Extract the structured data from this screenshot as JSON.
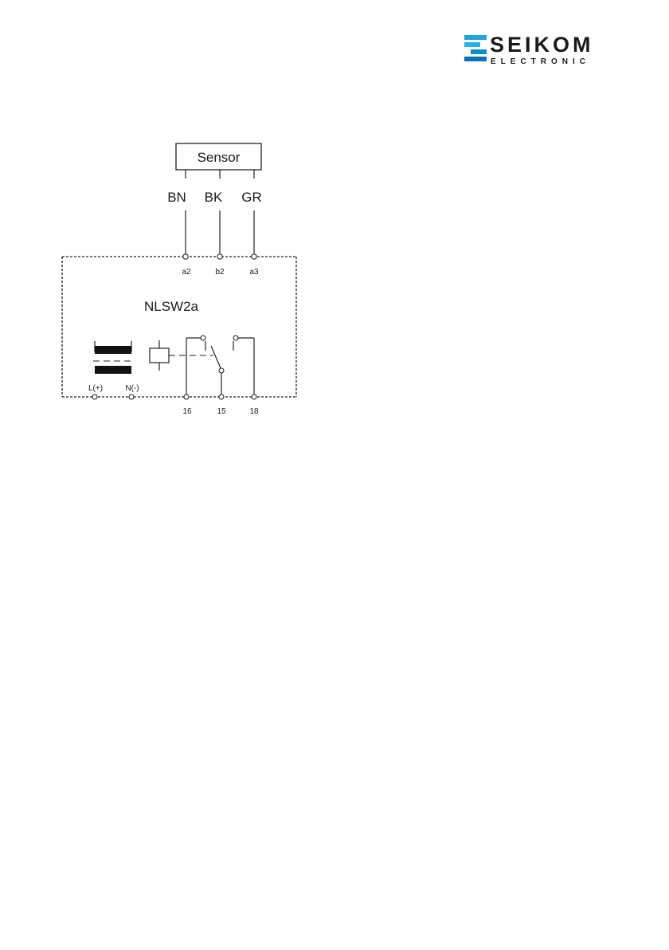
{
  "logo": {
    "brand": "SEIKOM",
    "tagline": "ELECTRONIC",
    "colors": {
      "stripe_top": "#1fa3d8",
      "stripe_bottom": "#0f6fb3",
      "text": "#2a2a2a"
    }
  },
  "diagram": {
    "sensor_label": "Sensor",
    "wire_labels": {
      "bn": "BN",
      "bk": "BK",
      "gr": "GR"
    },
    "device_name": "NLSW2a",
    "top_terminals": {
      "t1": "a2",
      "t2": "b2",
      "t3": "a3"
    },
    "power_terminals": {
      "l": "L(+)",
      "n": "N(-)"
    },
    "relay_terminals": {
      "t16": "16",
      "t15": "15",
      "t18": "18"
    }
  }
}
